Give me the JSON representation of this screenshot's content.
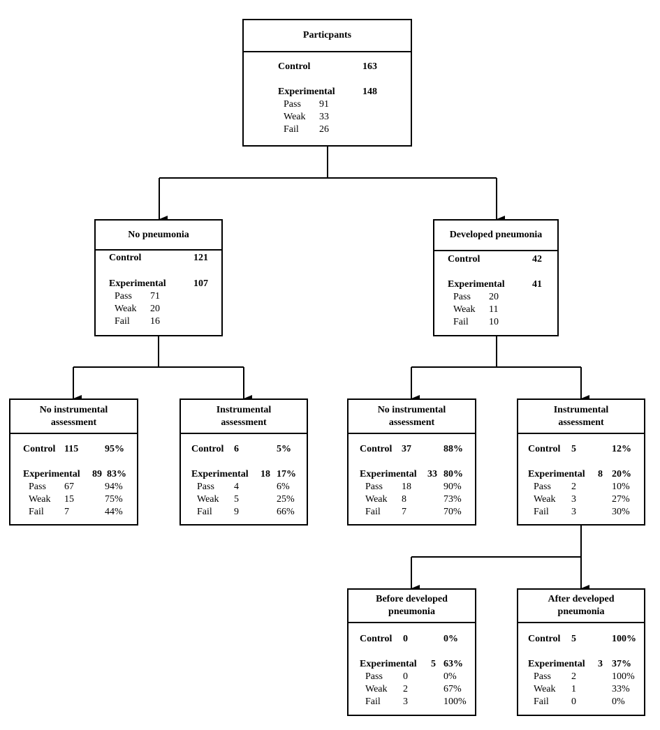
{
  "participants": {
    "title": "Particpants",
    "control_label": "Control",
    "control": "163",
    "experimental_label": "Experimental",
    "experimental": "148",
    "pass_label": "Pass",
    "pass": "91",
    "weak_label": "Weak",
    "weak": "33",
    "fail_label": "Fail",
    "fail": "26"
  },
  "no_pneumonia": {
    "title": "No pneumonia",
    "control_label": "Control",
    "control": "121",
    "experimental_label": "Experimental",
    "experimental": "107",
    "pass_label": "Pass",
    "pass": "71",
    "weak_label": "Weak",
    "weak": "20",
    "fail_label": "Fail",
    "fail": "16"
  },
  "developed_pneumonia": {
    "title": "Developed pneumonia",
    "control_label": "Control",
    "control": "42",
    "experimental_label": "Experimental",
    "experimental": "41",
    "pass_label": "Pass",
    "pass": "20",
    "weak_label": "Weak",
    "weak": "11",
    "fail_label": "Fail",
    "fail": "10"
  },
  "np_no_instr": {
    "title_l1": "No instrumental",
    "title_l2": "assessment",
    "control_label": "Control",
    "control": "115",
    "control_pct": "95%",
    "experimental_label": "Experimental",
    "experimental": "89",
    "experimental_pct": "83%",
    "pass_label": "Pass",
    "pass": "67",
    "pass_pct": "94%",
    "weak_label": "Weak",
    "weak": "15",
    "weak_pct": "75%",
    "fail_label": "Fail",
    "fail": "7",
    "fail_pct": "44%"
  },
  "np_instr": {
    "title_l1": "Instrumental",
    "title_l2": "assessment",
    "control_label": "Control",
    "control": "6",
    "control_pct": "5%",
    "experimental_label": "Experimental",
    "experimental": "18",
    "experimental_pct": "17%",
    "pass_label": "Pass",
    "pass": "4",
    "pass_pct": "6%",
    "weak_label": "Weak",
    "weak": "5",
    "weak_pct": "25%",
    "fail_label": "Fail",
    "fail": "9",
    "fail_pct": "66%"
  },
  "dp_no_instr": {
    "title_l1": "No instrumental",
    "title_l2": "assessment",
    "control_label": "Control",
    "control": "37",
    "control_pct": "88%",
    "experimental_label": "Experimental",
    "experimental": "33",
    "experimental_pct": "80%",
    "pass_label": "Pass",
    "pass": "18",
    "pass_pct": "90%",
    "weak_label": "Weak",
    "weak": "8",
    "weak_pct": "73%",
    "fail_label": "Fail",
    "fail": "7",
    "fail_pct": "70%"
  },
  "dp_instr": {
    "title_l1": "Instrumental",
    "title_l2": "assessment",
    "control_label": "Control",
    "control": "5",
    "control_pct": "12%",
    "experimental_label": "Experimental",
    "experimental": "8",
    "experimental_pct": "20%",
    "pass_label": "Pass",
    "pass": "2",
    "pass_pct": "10%",
    "weak_label": "Weak",
    "weak": "3",
    "weak_pct": "27%",
    "fail_label": "Fail",
    "fail": "3",
    "fail_pct": "30%"
  },
  "before": {
    "title_l1": "Before developed",
    "title_l2": "pneumonia",
    "control_label": "Control",
    "control": "0",
    "control_pct": "0%",
    "experimental_label": "Experimental",
    "experimental": "5",
    "experimental_pct": "63%",
    "pass_label": "Pass",
    "pass": "0",
    "pass_pct": "0%",
    "weak_label": "Weak",
    "weak": "2",
    "weak_pct": "67%",
    "fail_label": "Fail",
    "fail": "3",
    "fail_pct": "100%"
  },
  "after": {
    "title_l1": "After developed",
    "title_l2": "pneumonia",
    "control_label": "Control",
    "control": "5",
    "control_pct": "100%",
    "experimental_label": "Experimental",
    "experimental": "3",
    "experimental_pct": "37%",
    "pass_label": "Pass",
    "pass": "2",
    "pass_pct": "100%",
    "weak_label": "Weak",
    "weak": "1",
    "weak_pct": "33%",
    "fail_label": "Fail",
    "fail": "0",
    "fail_pct": "0%"
  }
}
